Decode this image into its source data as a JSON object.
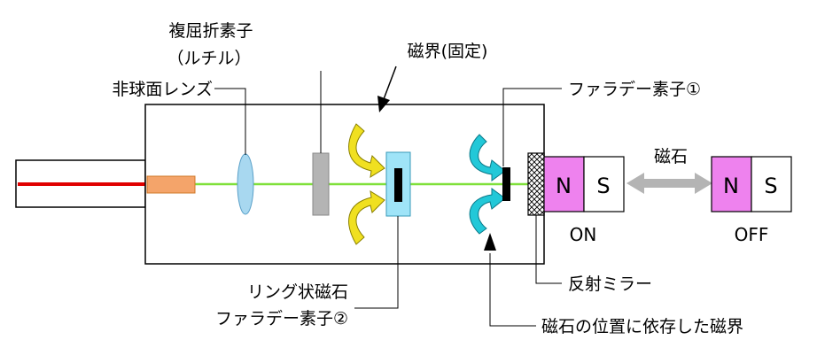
{
  "labels": {
    "birefringent_line1": "複屈折素子",
    "birefringent_line2": "（ルチル）",
    "field_fixed": "磁界(固定)",
    "aspheric_lens": "非球面レンズ",
    "faraday1": "ファラデー素子①",
    "magnet": "磁石",
    "ring_magnet": "リング状磁石",
    "faraday2": "ファラデー素子②",
    "mirror": "反射ミラー",
    "field_variable": "磁石の位置に依存した磁界"
  },
  "magnets": {
    "on": {
      "north": "N",
      "south": "S",
      "state": "ON"
    },
    "off": {
      "north": "N",
      "south": "S",
      "state": "OFF"
    }
  },
  "colors": {
    "fiber_core": "#e00000",
    "beam": "#7fe03a",
    "ferrule": "#f4a46a",
    "lens": "#a8d8f0",
    "rutile": "#b4b4b4",
    "faraday_box": "#9fe4f8",
    "north_pole": "#ee82ee",
    "south_pole": "#ffffff",
    "arrow_fixed": "#f0e020",
    "arrow_variable": "#22c8d8",
    "move_arrow": "#b4b4b4"
  }
}
